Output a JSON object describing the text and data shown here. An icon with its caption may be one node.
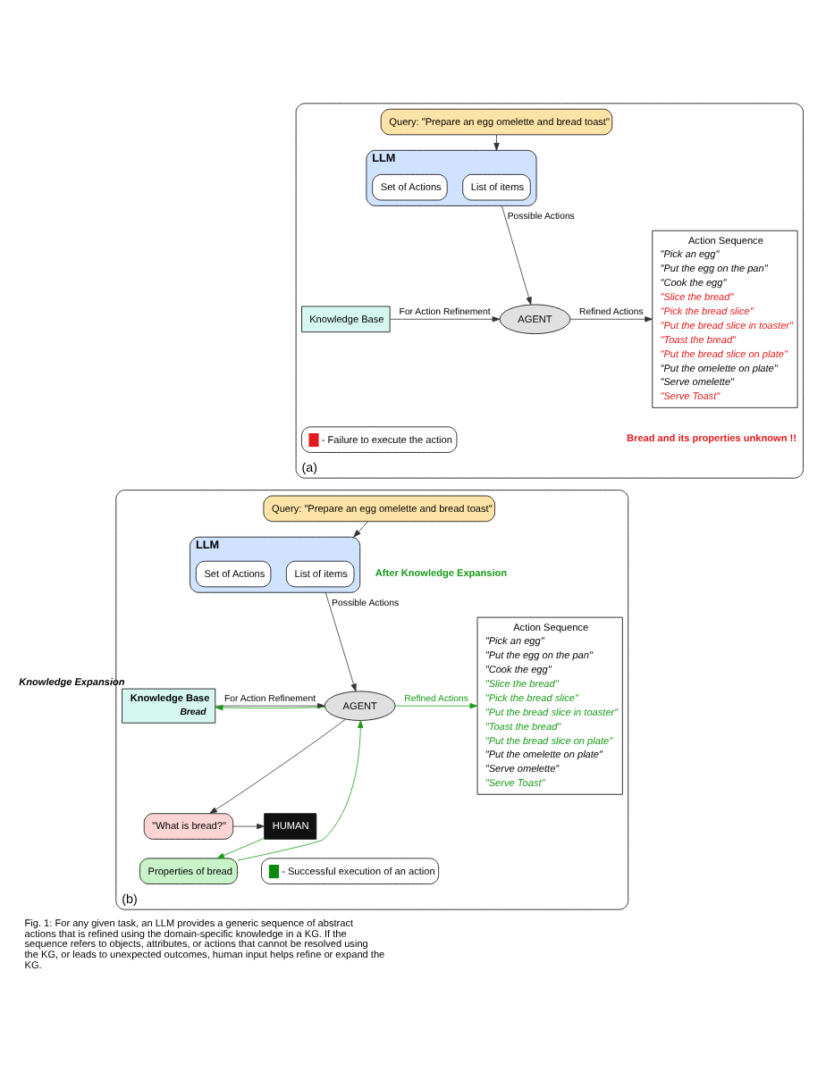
{
  "diagram": {
    "caption": "Fig. 1: For any given task, an LLM provides a generic sequence of abstract actions that is refined using the domain-specific knowledge in a KG. If the sequence refers to objects, attributes, or actions that cannot be resolved using the KG, or leads to unexpected outcomes, human input helps refine or expand the KG.",
    "nodes": [
      {
        "text": [
          "(a)"
        ]
      },
      {
        "text": [
          "Query: \"Prepare an egg omelette and bread toast\""
        ],
        "in": 0
      },
      {
        "text": [
          "LLM"
        ],
        "in": 0
      },
      {
        "text": [
          "List of items"
        ],
        "in": 2
      },
      {
        "text": [
          "Set of Actions"
        ],
        "in": 2
      },
      {
        "text": [
          "Knowledge Base"
        ],
        "in": 0
      },
      {
        "text": [
          "AGENT"
        ],
        "in": 0
      },
      {
        "text": [
          "Action Sequence",
          "\"Pick an egg\"",
          "\"Put the egg on the pan\"",
          "\"Cook the egg\"",
          "\"Slice the bread\"",
          "\"Pick the bread slice\"",
          "\"Put the bread slice in toaster\"",
          "\"Toast the bread\"",
          "\"Put the bread slice on plate\"",
          "\"Put the omelette on plate\"",
          "\"Serve omelette\"",
          "\"Serve Toast\""
        ],
        "in": 0
      },
      {
        "text": [
          "(b)"
        ]
      },
      {
        "text": [
          "Query: \"Prepare an egg omelette and bread toast\""
        ],
        "in": 8
      },
      {
        "text": [
          "LLM"
        ],
        "in": 8
      },
      {
        "text": [
          "List of items"
        ],
        "in": 10
      },
      {
        "text": [
          "Set of Actions"
        ],
        "in": 10
      },
      {
        "text": [
          "Knowledge Base",
          "Bread"
        ],
        "beside": [
          "Knowledge Expansion"
        ],
        "in": 8
      },
      {
        "text": [
          "AGENT"
        ],
        "in": 8
      },
      {
        "text": [
          "Action Sequence",
          "\"Pick an egg\"",
          "\"Put the egg on the pan\"",
          "\"Cook the egg\"",
          "\"Slice the bread\"",
          "\"Pick the bread slice\"",
          "\"Put the bread slice in toaster\"",
          "\"Toast the bread\"",
          "\"Put the bread slice on plate\"",
          "\"Put the omelette on plate\"",
          "\"Serve omelette\"",
          "\"Serve Toast\""
        ],
        "in": 8
      },
      {
        "text": [
          "\"What is bread?\""
        ],
        "in": 8
      },
      {
        "text": [
          "Properties of bread"
        ],
        "in": 8
      },
      {
        "text": [
          "HUMAN"
        ],
        "in": 8
      }
    ],
    "edges": [
      {
        "from": 1,
        "to": 2,
        "arrow": "to"
      },
      {
        "from": 2,
        "to": 6,
        "arrow": "to",
        "label": "Possible Actions"
      },
      {
        "from": 5,
        "to": 6,
        "arrow": "to",
        "label": "For Action Refinement"
      },
      {
        "from": 6,
        "to": 7,
        "arrow": "to",
        "label": "Refined Actions"
      },
      {
        "from": 9,
        "to": 10,
        "arrow": "to"
      },
      {
        "from": 10,
        "to": 14,
        "arrow": "to",
        "label": "Possible Actions"
      },
      {
        "from": 13,
        "to": 14,
        "arrow": "to",
        "label": "For Action Refinement"
      },
      {
        "from": 14,
        "to": 15,
        "arrow": "to",
        "label": "Refined Actions",
        "color": "#1a9a1a"
      },
      {
        "from": 14,
        "to": 13,
        "arrow": "to",
        "color": "#1a9a1a"
      },
      {
        "from": 14,
        "to": 16,
        "arrow": "to"
      },
      {
        "from": 16,
        "to": 18,
        "arrow": "to"
      },
      {
        "from": 18,
        "to": 17,
        "arrow": "to",
        "color": "#1a9a1a"
      },
      {
        "from": 17,
        "to": 14,
        "arrow": "to",
        "color": "#1a9a1a"
      }
    ],
    "labels": [
      "Bread and its properties unknown !!",
      "After Knowledge Expansion"
    ],
    "legend": [
      {
        "text": "- Failure to execute the action",
        "color": "#e31a1c"
      },
      {
        "text": "- Successful execution of an action",
        "color": "#0a8a0a"
      }
    ]
  }
}
